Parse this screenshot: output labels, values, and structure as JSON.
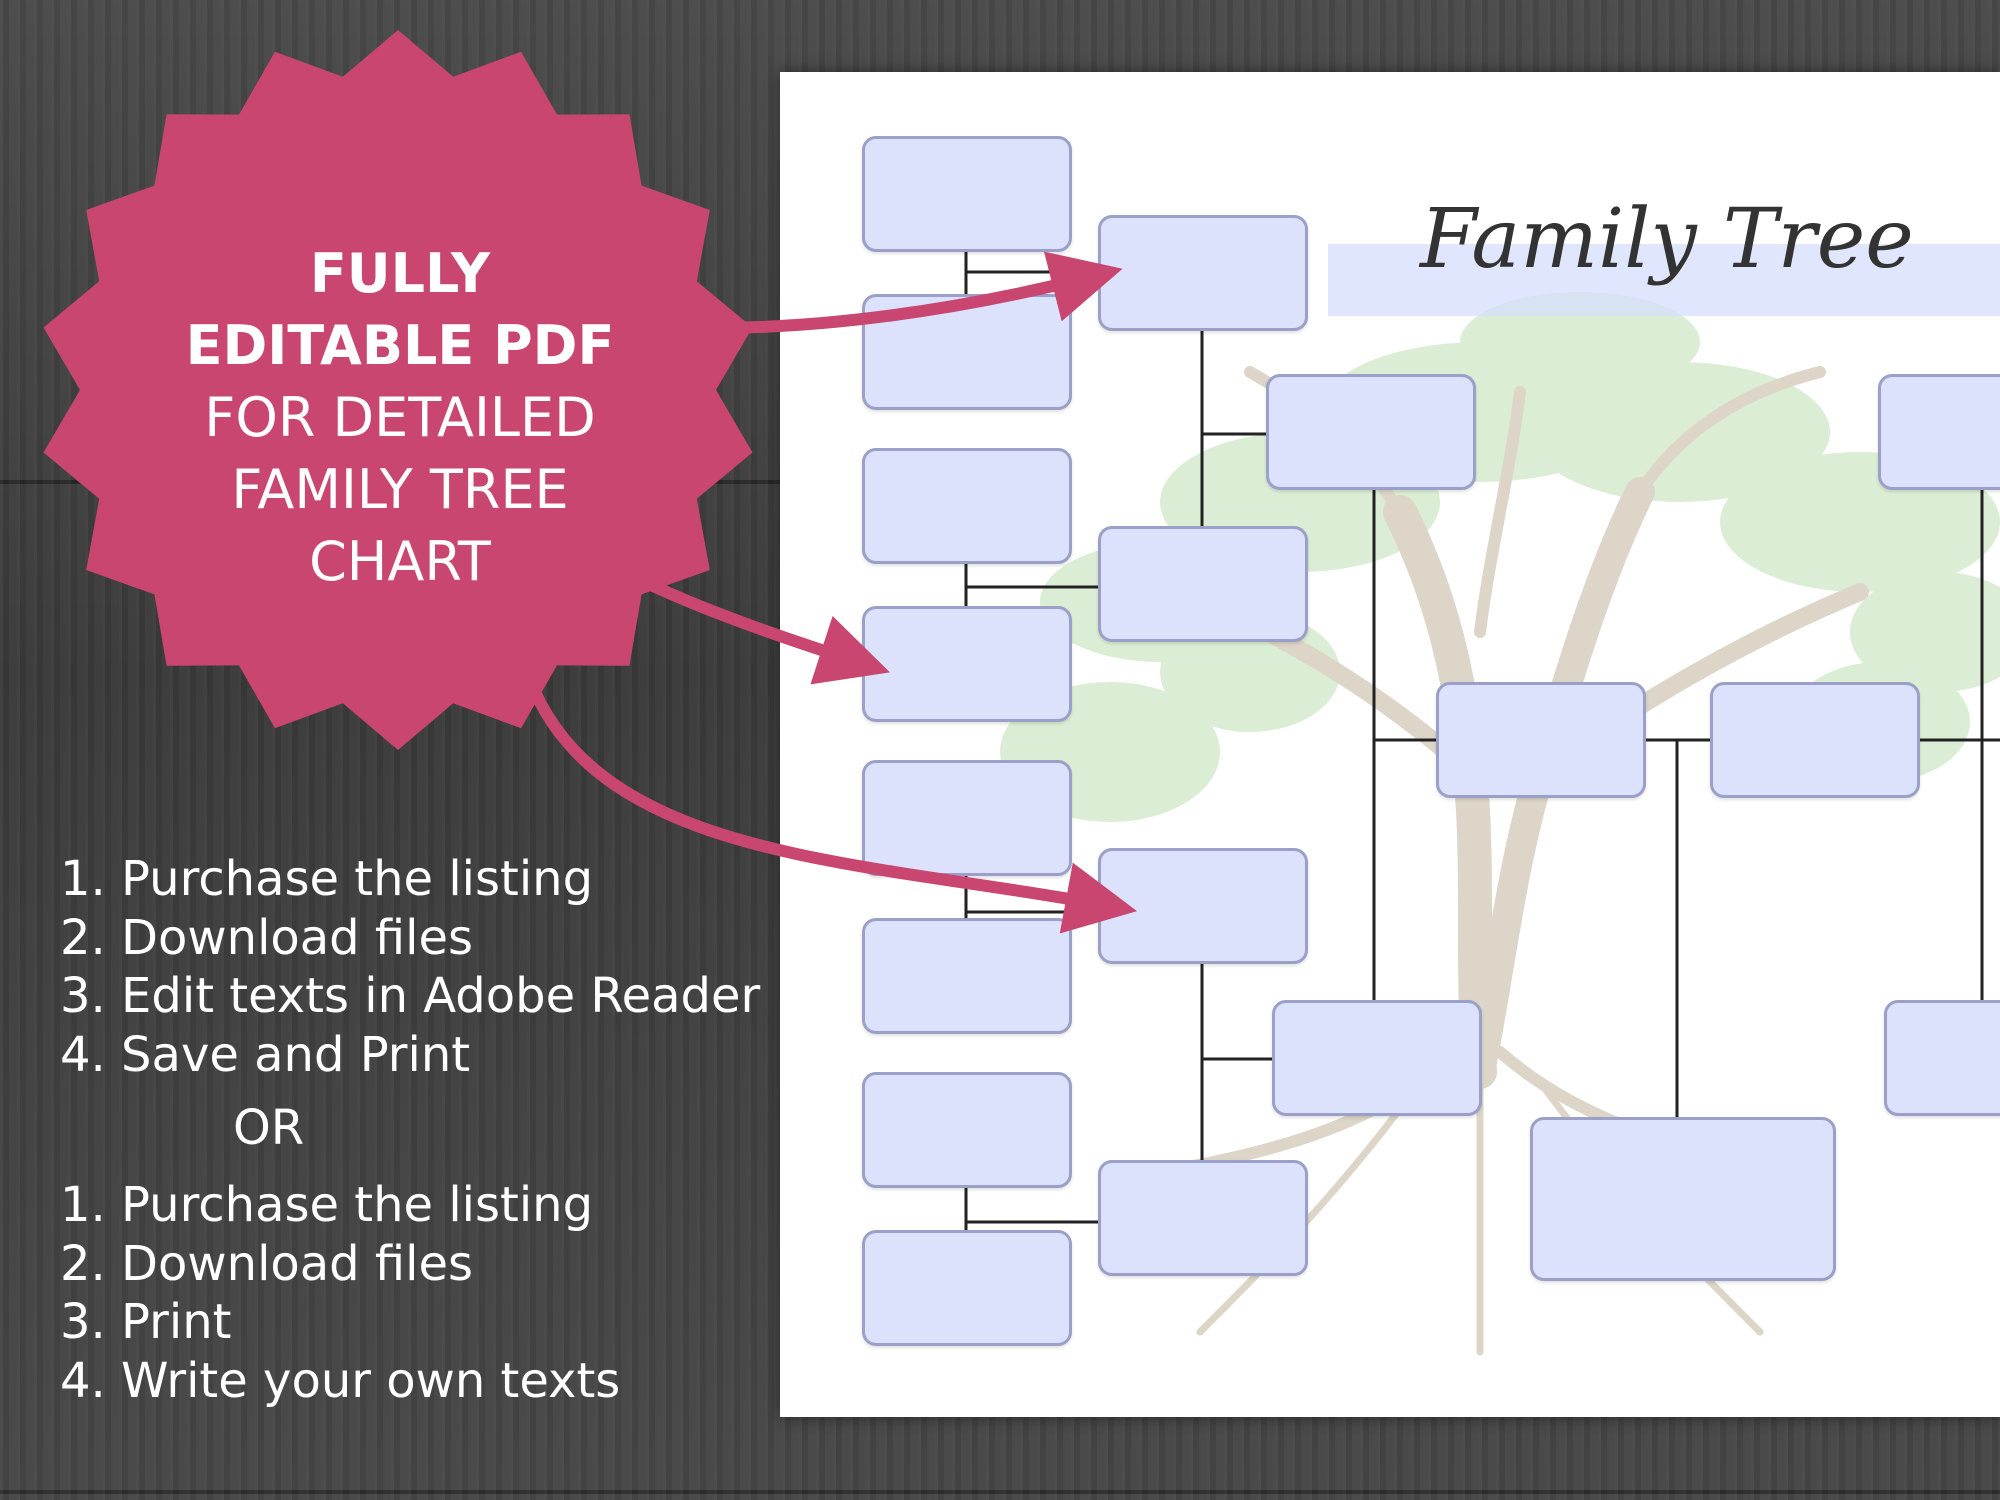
{
  "badge": {
    "line1": "FULLY",
    "line2": "EDITABLE PDF",
    "line3": "FOR DETAILED",
    "line4": "FAMILY TREE",
    "line5": "CHART"
  },
  "instructions": {
    "set_a": [
      "1. Purchase the listing",
      "2. Download files",
      "3. Edit texts in Adobe Reader",
      "4. Save and Print"
    ],
    "or_label": "OR",
    "set_b": [
      "1. Purchase the listing",
      "2. Download files",
      "3. Print",
      "4. Write your own texts"
    ]
  },
  "sheet": {
    "title": "Family Tree"
  },
  "colors": {
    "badge": "#c94670",
    "box_fill": "#dce2fc",
    "box_border": "#9aa0c8",
    "connector": "#222222",
    "title_band": "#d6defc",
    "trunk": "#dcd5c8",
    "leaves": "#cfe7c6"
  }
}
